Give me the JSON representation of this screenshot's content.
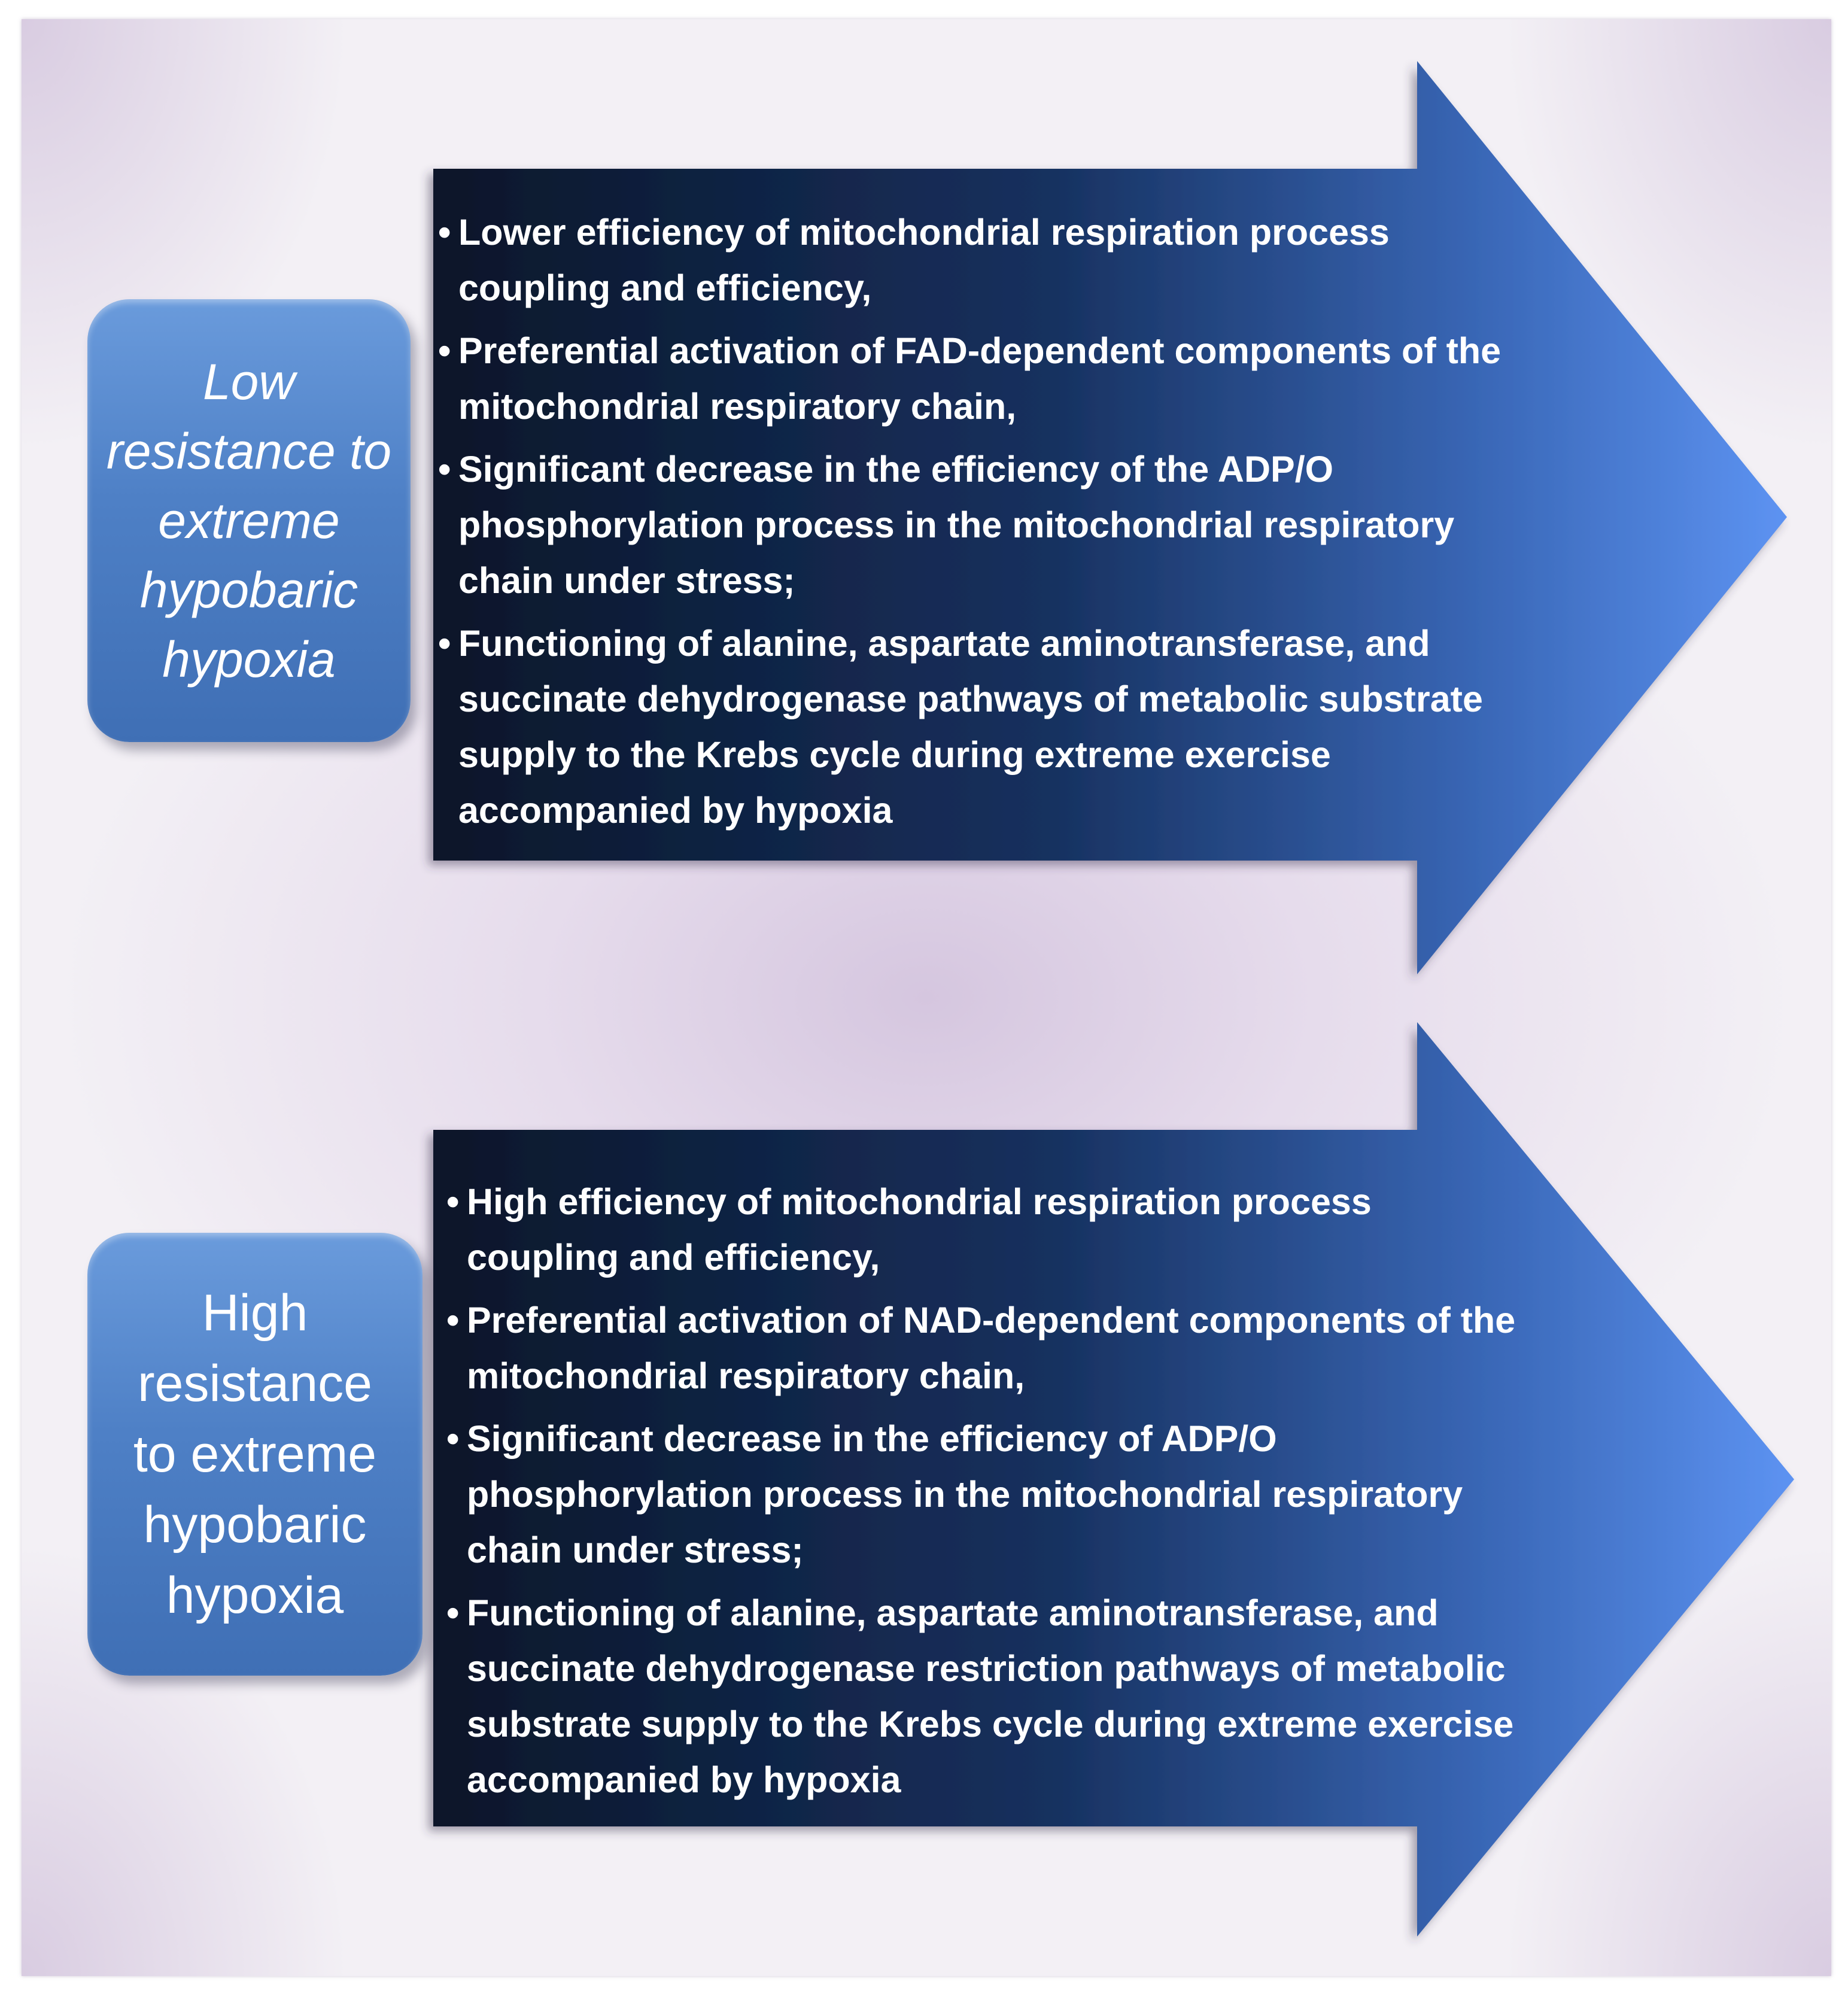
{
  "colors": {
    "arrow_dark": "#0c1a33",
    "arrow_light": "#5a8ff0",
    "label_box": "#4e80c6",
    "text": "#ffffff",
    "background": "#e6dcec"
  },
  "groups": [
    {
      "label": "Low resistance to extreme hypobaric hypoxia",
      "label_style": "italic",
      "items": [
        "Lower efficiency of mitochondrial respiration process coupling and efficiency,",
        "Preferential activation of FAD-dependent components of the mitochondrial respiratory chain,",
        "Significant decrease in the efficiency of the ADP/O phosphorylation process in the mitochondrial respiratory chain under stress;",
        "Functioning of alanine, aspartate aminotransferase, and succinate dehydrogenase pathways of metabolic substrate supply to the Krebs cycle during extreme exercise accompanied by hypoxia"
      ]
    },
    {
      "label": "High resistance to extreme hypobaric hypoxia",
      "label_style": "normal",
      "items": [
        "High efficiency of mitochondrial respiration process coupling and efficiency,",
        "Preferential activation of NAD-dependent components of the mitochondrial respiratory chain,",
        "Significant decrease in the efficiency of ADP/O phosphorylation process in the mitochondrial respiratory chain under stress;",
        "Functioning of alanine, aspartate aminotransferase, and succinate dehydrogenase restriction pathways of metabolic substrate supply to the Krebs cycle during extreme exercise accompanied by hypoxia"
      ]
    }
  ]
}
